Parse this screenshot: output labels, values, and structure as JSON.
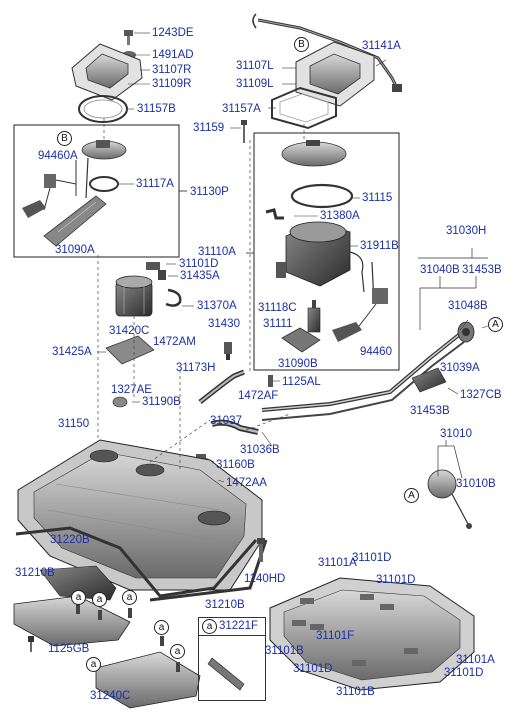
{
  "parts": {
    "p1243DE": "1243DE",
    "p1491AD": "1491AD",
    "p31107R": "31107R",
    "p31109R": "31109R",
    "p31157B": "31157B",
    "p31141A": "31141A",
    "p31107L": "31107L",
    "p31109L": "31109L",
    "p31157A": "31157A",
    "p31159": "31159",
    "p94460A": "94460A",
    "p31117A": "31117A",
    "p31130P": "31130P",
    "p31090A": "31090A",
    "p31115": "31115",
    "p31380A": "31380A",
    "p31110A": "31110A",
    "p31911B": "31911B",
    "p31101D_a": "31101D",
    "p31435A": "31435A",
    "p31370A": "31370A",
    "p31420C": "31420C",
    "p31430": "31430",
    "p1472AM": "1472AM",
    "p31425A": "31425A",
    "p31173H": "31173H",
    "p31118C": "31118C",
    "p31111": "31111",
    "p31090B": "31090B",
    "p94460": "94460",
    "p31030H": "31030H",
    "p31040B": "31040B",
    "p31453B_top": "31453B",
    "p31048B": "31048B",
    "p31039A": "31039A",
    "p1327CB": "1327CB",
    "p31453B_bot": "31453B",
    "p1327AE": "1327AE",
    "p31190B": "31190B",
    "p1125AL": "1125AL",
    "p1472AF": "1472AF",
    "p31037": "31037",
    "p31036B": "31036B",
    "p31160B": "31160B",
    "p1472AA": "1472AA",
    "p31150": "31150",
    "p31010": "31010",
    "p31010B": "31010B",
    "p31220B": "31220B",
    "p31210B_left": "31210B",
    "p1140HD": "1140HD",
    "p31210B_bot": "31210B",
    "p1125GB": "1125GB",
    "p31240C": "31240C",
    "p31221F": "31221F",
    "pd1": "31101D",
    "pa1": "31101A",
    "pd2": "31101D",
    "pf1": "31101F",
    "pb1": "31101B",
    "pd3": "31101D",
    "pb2": "31101B",
    "pa2": "31101A",
    "pd4": "31101D"
  },
  "callouts": {
    "B": "B",
    "A": "A",
    "a": "a"
  },
  "colors": {
    "label": "#1a2fa8",
    "line": "#222222",
    "part_fill": "#9a9a9a",
    "part_dark": "#4a4a4a"
  }
}
